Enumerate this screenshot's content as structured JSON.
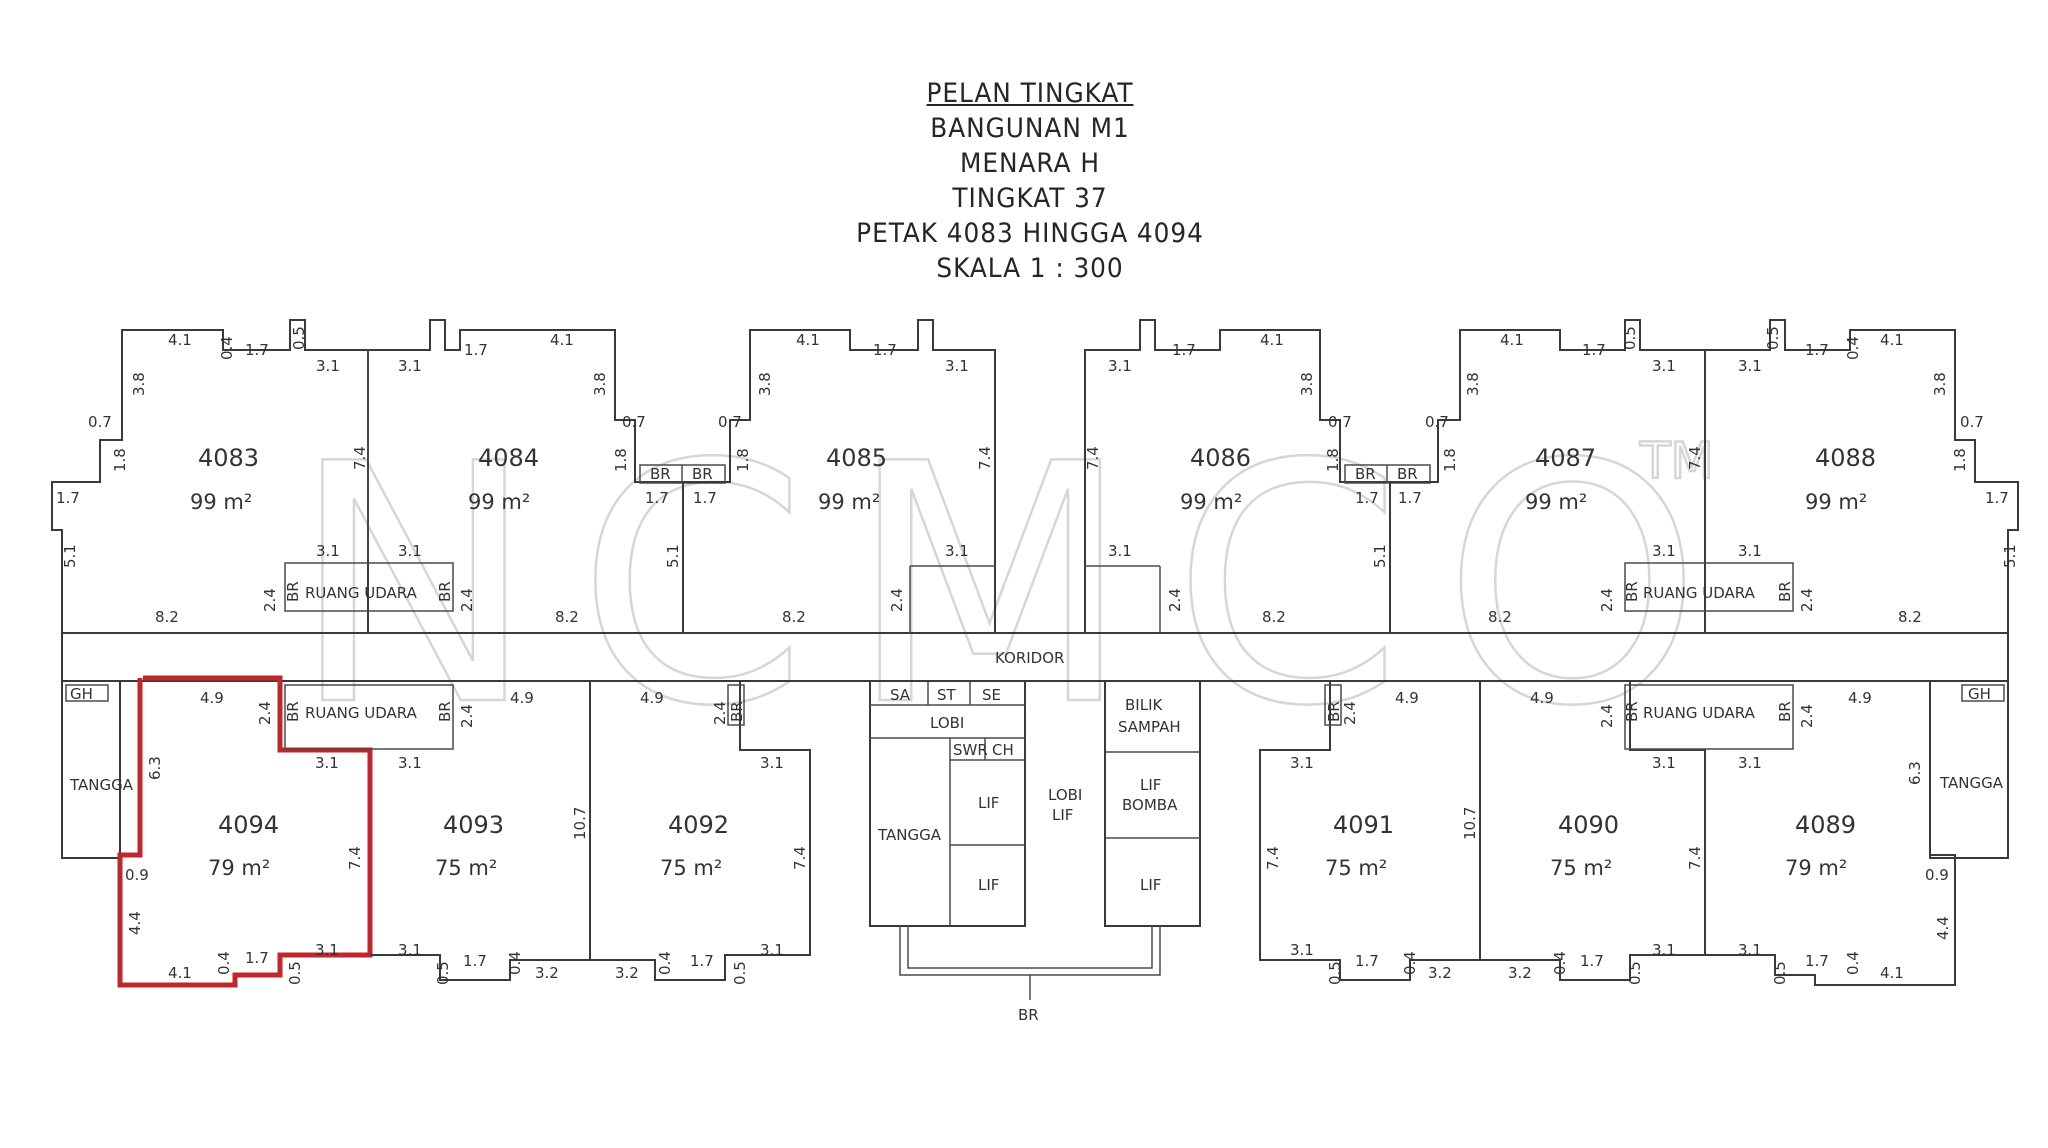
{
  "title": {
    "line1": "PELAN TINGKAT",
    "line2": "BANGUNAN M1",
    "line3": "MENARA H",
    "line4": "TINGKAT 37",
    "line5": "PETAK 4083 HINGGA 4094",
    "line6": "SKALA 1 : 300"
  },
  "watermark": {
    "text": "NCMCO",
    "tm": "TM"
  },
  "units": {
    "u4083": {
      "id": "4083",
      "area": "99 m²"
    },
    "u4084": {
      "id": "4084",
      "area": "99 m²"
    },
    "u4085": {
      "id": "4085",
      "area": "99 m²"
    },
    "u4086": {
      "id": "4086",
      "area": "99 m²"
    },
    "u4087": {
      "id": "4087",
      "area": "99 m²"
    },
    "u4088": {
      "id": "4088",
      "area": "99 m²"
    },
    "u4094": {
      "id": "4094",
      "area": "79 m²"
    },
    "u4093": {
      "id": "4093",
      "area": "75 m²"
    },
    "u4092": {
      "id": "4092",
      "area": "75 m²"
    },
    "u4091": {
      "id": "4091",
      "area": "75 m²"
    },
    "u4090": {
      "id": "4090",
      "area": "75 m²"
    },
    "u4089": {
      "id": "4089",
      "area": "79 m²"
    }
  },
  "labels": {
    "koridor": "KORIDOR",
    "ruang_udara": "RUANG UDARA",
    "tangga": "TANGGA",
    "lobi": "LOBI",
    "lobi_lif_1": "LOBI",
    "lobi_lif_2": "LIF",
    "lif": "LIF",
    "bilik_sampah_1": "BILIK",
    "bilik_sampah_2": "SAMPAH",
    "lif_bomba_1": "LIF",
    "lif_bomba_2": "BOMBA",
    "br": "BR",
    "sa": "SA",
    "st": "ST",
    "se": "SE",
    "swr": "SWR",
    "ch": "CH",
    "gh": "GH"
  },
  "dims": {
    "d4_1": "4.1",
    "d0_4": "0.4",
    "d1_7": "1.7",
    "d0_5": "0.5",
    "d3_1": "3.1",
    "d3_8": "3.8",
    "d0_7": "0.7",
    "d1_8": "1.8",
    "d5_1": "5.1",
    "d7_4": "7.4",
    "d8_2": "8.2",
    "d2_4": "2.4",
    "d4_9": "4.9",
    "d6_3": "6.3",
    "d0_9": "0.9",
    "d4_4": "4.4",
    "d10_7": "10.7",
    "d3_2": "3.2"
  },
  "highlight_color": "#c0262c"
}
